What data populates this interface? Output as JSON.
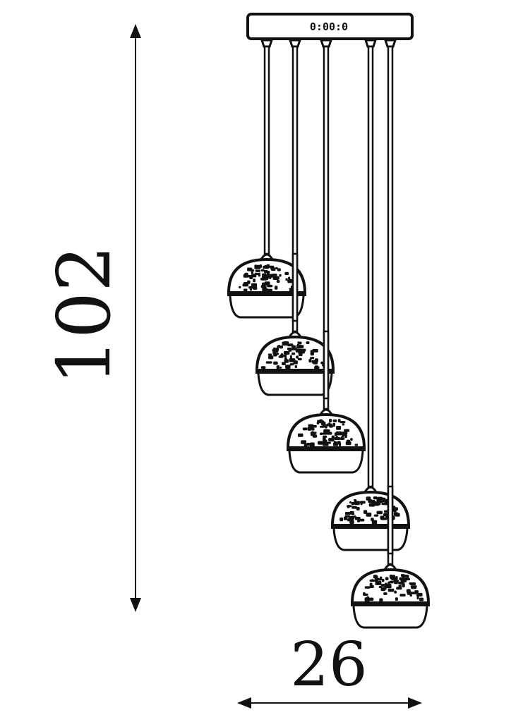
{
  "dimensions": {
    "height_label": "102",
    "width_label": "26"
  },
  "canopy": {
    "display_text": "0:00:0"
  },
  "pendant_count": 5,
  "colors": {
    "line": "#111111",
    "background": "#ffffff"
  }
}
